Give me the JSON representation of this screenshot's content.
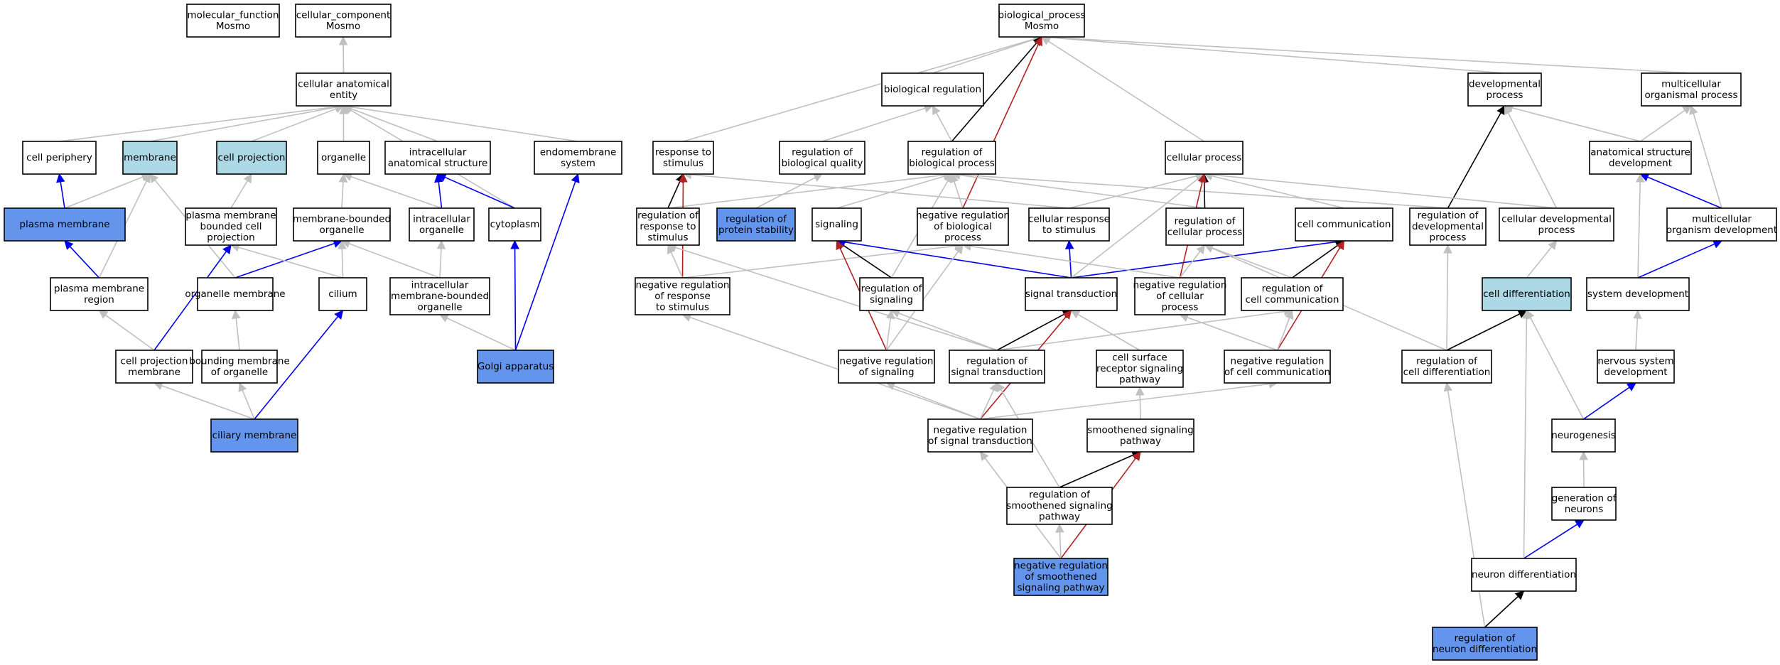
{
  "colors": {
    "default_fill": "#ffffff",
    "highlight_fill": "#6495ed",
    "partial_fill": "#add8e6",
    "edge_is_a": "#c0c0c0",
    "edge_part_of": "#0000ee",
    "edge_regulates": "#000000",
    "edge_negatively_regulates": "#b22222"
  },
  "nodes": [
    {
      "id": "mf",
      "lines": [
        "molecular_function",
        "Mosmo"
      ],
      "fill": "white"
    },
    {
      "id": "cc",
      "lines": [
        "cellular_component",
        "Mosmo"
      ],
      "fill": "white"
    },
    {
      "id": "cae",
      "lines": [
        "cellular anatomical",
        "entity"
      ],
      "fill": "white"
    },
    {
      "id": "cperi",
      "lines": [
        "cell periphery"
      ],
      "fill": "white"
    },
    {
      "id": "membrane",
      "lines": [
        "membrane"
      ],
      "fill": "light"
    },
    {
      "id": "cproj",
      "lines": [
        "cell projection"
      ],
      "fill": "light"
    },
    {
      "id": "organelle",
      "lines": [
        "organelle"
      ],
      "fill": "white"
    },
    {
      "id": "ias",
      "lines": [
        "intracellular",
        "anatomical structure"
      ],
      "fill": "white"
    },
    {
      "id": "endomem",
      "lines": [
        "endomembrane",
        "system"
      ],
      "fill": "white"
    },
    {
      "id": "pm",
      "lines": [
        "plasma membrane"
      ],
      "fill": "dark"
    },
    {
      "id": "pmbcp",
      "lines": [
        "plasma membrane",
        "bounded cell",
        "projection"
      ],
      "fill": "white"
    },
    {
      "id": "mbo",
      "lines": [
        "membrane-bounded",
        "organelle"
      ],
      "fill": "white"
    },
    {
      "id": "io",
      "lines": [
        "intracellular",
        "organelle"
      ],
      "fill": "white"
    },
    {
      "id": "cyto",
      "lines": [
        "cytoplasm"
      ],
      "fill": "white"
    },
    {
      "id": "pmr",
      "lines": [
        "plasma membrane",
        "region"
      ],
      "fill": "white"
    },
    {
      "id": "om",
      "lines": [
        "organelle membrane"
      ],
      "fill": "white"
    },
    {
      "id": "cilium",
      "lines": [
        "cilium"
      ],
      "fill": "white"
    },
    {
      "id": "imbo",
      "lines": [
        "intracellular",
        "membrane-bounded",
        "organelle"
      ],
      "fill": "white"
    },
    {
      "id": "cpm",
      "lines": [
        "cell projection",
        "membrane"
      ],
      "fill": "white"
    },
    {
      "id": "bmo",
      "lines": [
        "bounding membrane",
        "of organelle"
      ],
      "fill": "white"
    },
    {
      "id": "golgi",
      "lines": [
        "Golgi apparatus"
      ],
      "fill": "dark"
    },
    {
      "id": "cilm",
      "lines": [
        "ciliary membrane"
      ],
      "fill": "dark"
    },
    {
      "id": "bp",
      "lines": [
        "biological_process",
        "Mosmo"
      ],
      "fill": "white"
    },
    {
      "id": "breg",
      "lines": [
        "biological regulation"
      ],
      "fill": "white"
    },
    {
      "id": "devp",
      "lines": [
        "developmental",
        "process"
      ],
      "fill": "white"
    },
    {
      "id": "mop",
      "lines": [
        "multicellular",
        "organismal process"
      ],
      "fill": "white"
    },
    {
      "id": "rts",
      "lines": [
        "response to",
        "stimulus"
      ],
      "fill": "white"
    },
    {
      "id": "rbq",
      "lines": [
        "regulation of",
        "biological quality"
      ],
      "fill": "white"
    },
    {
      "id": "rbp",
      "lines": [
        "regulation of",
        "biological process"
      ],
      "fill": "white"
    },
    {
      "id": "cellp",
      "lines": [
        "cellular process"
      ],
      "fill": "white"
    },
    {
      "id": "asd",
      "lines": [
        "anatomical structure",
        "development"
      ],
      "fill": "white"
    },
    {
      "id": "rrts",
      "lines": [
        "regulation of",
        "response to",
        "stimulus"
      ],
      "fill": "white"
    },
    {
      "id": "rps",
      "lines": [
        "regulation of",
        "protein stability"
      ],
      "fill": "dark"
    },
    {
      "id": "signaling",
      "lines": [
        "signaling"
      ],
      "fill": "white"
    },
    {
      "id": "nrbp",
      "lines": [
        "negative regulation",
        "of biological",
        "process"
      ],
      "fill": "white"
    },
    {
      "id": "crts",
      "lines": [
        "cellular response",
        "to stimulus"
      ],
      "fill": "white"
    },
    {
      "id": "rcp",
      "lines": [
        "regulation of",
        "cellular process"
      ],
      "fill": "white"
    },
    {
      "id": "cc2",
      "lines": [
        "cell communication"
      ],
      "fill": "white"
    },
    {
      "id": "rdp",
      "lines": [
        "regulation of",
        "developmental",
        "process"
      ],
      "fill": "white"
    },
    {
      "id": "cdp",
      "lines": [
        "cellular developmental",
        "process"
      ],
      "fill": "white"
    },
    {
      "id": "mod",
      "lines": [
        "multicellular",
        "organism development"
      ],
      "fill": "white"
    },
    {
      "id": "nrrs",
      "lines": [
        "negative regulation",
        "of response",
        "to stimulus"
      ],
      "fill": "white"
    },
    {
      "id": "rsig",
      "lines": [
        "regulation of",
        "signaling"
      ],
      "fill": "white"
    },
    {
      "id": "st",
      "lines": [
        "signal transduction"
      ],
      "fill": "white"
    },
    {
      "id": "nrcp",
      "lines": [
        "negative regulation",
        "of cellular",
        "process"
      ],
      "fill": "white"
    },
    {
      "id": "rcc",
      "lines": [
        "regulation of",
        "cell communication"
      ],
      "fill": "white"
    },
    {
      "id": "cdiff",
      "lines": [
        "cell differentiation"
      ],
      "fill": "light"
    },
    {
      "id": "sysdev",
      "lines": [
        "system development"
      ],
      "fill": "white"
    },
    {
      "id": "nrs",
      "lines": [
        "negative regulation",
        "of signaling"
      ],
      "fill": "white"
    },
    {
      "id": "rst",
      "lines": [
        "regulation of",
        "signal transduction"
      ],
      "fill": "white"
    },
    {
      "id": "csrsp",
      "lines": [
        "cell surface",
        "receptor signaling",
        "pathway"
      ],
      "fill": "white"
    },
    {
      "id": "nrcc",
      "lines": [
        "negative regulation",
        "of cell communication"
      ],
      "fill": "white"
    },
    {
      "id": "rcd",
      "lines": [
        "regulation of",
        "cell differentiation"
      ],
      "fill": "white"
    },
    {
      "id": "nsd",
      "lines": [
        "nervous system",
        "development"
      ],
      "fill": "white"
    },
    {
      "id": "nrst",
      "lines": [
        "negative regulation",
        "of signal transduction"
      ],
      "fill": "white"
    },
    {
      "id": "ssp",
      "lines": [
        "smoothened signaling",
        "pathway"
      ],
      "fill": "white"
    },
    {
      "id": "neurog",
      "lines": [
        "neurogenesis"
      ],
      "fill": "white"
    },
    {
      "id": "rssp",
      "lines": [
        "regulation of",
        "smoothened signaling",
        "pathway"
      ],
      "fill": "white"
    },
    {
      "id": "gon",
      "lines": [
        "generation of",
        "neurons"
      ],
      "fill": "white"
    },
    {
      "id": "nrssp",
      "lines": [
        "negative regulation",
        "of smoothened",
        "signaling pathway"
      ],
      "fill": "dark"
    },
    {
      "id": "ndiff",
      "lines": [
        "neuron differentiation"
      ],
      "fill": "white"
    },
    {
      "id": "rnd",
      "lines": [
        "regulation of",
        "neuron differentiation"
      ],
      "fill": "dark"
    }
  ],
  "edges": [
    {
      "from": "cae",
      "to": "cc",
      "type": "is_a"
    },
    {
      "from": "cperi",
      "to": "cae",
      "type": "is_a"
    },
    {
      "from": "membrane",
      "to": "cae",
      "type": "is_a"
    },
    {
      "from": "cproj",
      "to": "cae",
      "type": "is_a"
    },
    {
      "from": "organelle",
      "to": "cae",
      "type": "is_a"
    },
    {
      "from": "ias",
      "to": "cae",
      "type": "is_a"
    },
    {
      "from": "endomem",
      "to": "cae",
      "type": "is_a"
    },
    {
      "from": "cyto",
      "to": "cae",
      "type": "is_a"
    },
    {
      "from": "pm",
      "to": "cperi",
      "type": "part_of"
    },
    {
      "from": "pm",
      "to": "membrane",
      "type": "is_a"
    },
    {
      "from": "pmbcp",
      "to": "cproj",
      "type": "is_a"
    },
    {
      "from": "mbo",
      "to": "organelle",
      "type": "is_a"
    },
    {
      "from": "io",
      "to": "organelle",
      "type": "is_a"
    },
    {
      "from": "io",
      "to": "ias",
      "type": "part_of"
    },
    {
      "from": "cyto",
      "to": "ias",
      "type": "part_of"
    },
    {
      "from": "pmr",
      "to": "pm",
      "type": "part_of"
    },
    {
      "from": "pmr",
      "to": "membrane",
      "type": "is_a"
    },
    {
      "from": "om",
      "to": "membrane",
      "type": "is_a"
    },
    {
      "from": "om",
      "to": "mbo",
      "type": "part_of"
    },
    {
      "from": "cilium",
      "to": "mbo",
      "type": "is_a"
    },
    {
      "from": "cilium",
      "to": "pmbcp",
      "type": "is_a"
    },
    {
      "from": "imbo",
      "to": "mbo",
      "type": "is_a"
    },
    {
      "from": "imbo",
      "to": "io",
      "type": "is_a"
    },
    {
      "from": "cpm",
      "to": "pmbcp",
      "type": "part_of"
    },
    {
      "from": "cpm",
      "to": "pmr",
      "type": "is_a"
    },
    {
      "from": "bmo",
      "to": "om",
      "type": "is_a"
    },
    {
      "from": "golgi",
      "to": "imbo",
      "type": "is_a"
    },
    {
      "from": "golgi",
      "to": "cyto",
      "type": "part_of"
    },
    {
      "from": "golgi",
      "to": "endomem",
      "type": "part_of"
    },
    {
      "from": "cilm",
      "to": "cilium",
      "type": "part_of"
    },
    {
      "from": "cilm",
      "to": "bmo",
      "type": "is_a"
    },
    {
      "from": "cilm",
      "to": "cpm",
      "type": "is_a"
    },
    {
      "from": "breg",
      "to": "bp",
      "type": "is_a"
    },
    {
      "from": "devp",
      "to": "bp",
      "type": "is_a"
    },
    {
      "from": "mop",
      "to": "bp",
      "type": "is_a"
    },
    {
      "from": "rts",
      "to": "bp",
      "type": "is_a"
    },
    {
      "from": "cellp",
      "to": "bp",
      "type": "is_a"
    },
    {
      "from": "rbp",
      "to": "bp",
      "type": "regulates"
    },
    {
      "from": "rbp",
      "to": "breg",
      "type": "is_a"
    },
    {
      "from": "rbq",
      "to": "breg",
      "type": "is_a"
    },
    {
      "from": "nrbp",
      "to": "bp",
      "type": "negatively_regulates"
    },
    {
      "from": "nrbp",
      "to": "rbp",
      "type": "is_a"
    },
    {
      "from": "asd",
      "to": "devp",
      "type": "is_a"
    },
    {
      "from": "asd",
      "to": "mop",
      "type": "is_a"
    },
    {
      "from": "mod",
      "to": "mop",
      "type": "is_a"
    },
    {
      "from": "mod",
      "to": "asd",
      "type": "part_of"
    },
    {
      "from": "rdp",
      "to": "devp",
      "type": "regulates"
    },
    {
      "from": "rdp",
      "to": "rbp",
      "type": "is_a"
    },
    {
      "from": "cdp",
      "to": "devp",
      "type": "is_a"
    },
    {
      "from": "cdp",
      "to": "cellp",
      "type": "is_a"
    },
    {
      "from": "rrts",
      "to": "rts",
      "type": "regulates"
    },
    {
      "from": "rrts",
      "to": "rbp",
      "type": "is_a"
    },
    {
      "from": "rps",
      "to": "rbq",
      "type": "is_a"
    },
    {
      "from": "signaling",
      "to": "rbp",
      "type": "is_a"
    },
    {
      "from": "crts",
      "to": "cellp",
      "type": "is_a"
    },
    {
      "from": "crts",
      "to": "rts",
      "type": "is_a"
    },
    {
      "from": "rcp",
      "to": "cellp",
      "type": "regulates"
    },
    {
      "from": "rcp",
      "to": "rbp",
      "type": "is_a"
    },
    {
      "from": "cc2",
      "to": "cellp",
      "type": "is_a"
    },
    {
      "from": "nrrs",
      "to": "rts",
      "type": "negatively_regulates"
    },
    {
      "from": "nrrs",
      "to": "rrts",
      "type": "is_a"
    },
    {
      "from": "nrrs",
      "to": "nrbp",
      "type": "is_a"
    },
    {
      "from": "rsig",
      "to": "signaling",
      "type": "regulates"
    },
    {
      "from": "rsig",
      "to": "rbp",
      "type": "is_a"
    },
    {
      "from": "st",
      "to": "signaling",
      "type": "part_of"
    },
    {
      "from": "st",
      "to": "crts",
      "type": "part_of"
    },
    {
      "from": "st",
      "to": "cc2",
      "type": "part_of"
    },
    {
      "from": "st",
      "to": "cellp",
      "type": "is_a"
    },
    {
      "from": "nrcp",
      "to": "cellp",
      "type": "negatively_regulates"
    },
    {
      "from": "nrcp",
      "to": "rcp",
      "type": "is_a"
    },
    {
      "from": "nrcp",
      "to": "nrbp",
      "type": "is_a"
    },
    {
      "from": "rcc",
      "to": "cc2",
      "type": "regulates"
    },
    {
      "from": "rcc",
      "to": "rcp",
      "type": "is_a"
    },
    {
      "from": "rcd",
      "to": "cdiff",
      "type": "regulates"
    },
    {
      "from": "rcd",
      "to": "rdp",
      "type": "is_a"
    },
    {
      "from": "rcd",
      "to": "rcp",
      "type": "is_a"
    },
    {
      "from": "cdiff",
      "to": "cdp",
      "type": "is_a"
    },
    {
      "from": "sysdev",
      "to": "asd",
      "type": "is_a"
    },
    {
      "from": "sysdev",
      "to": "mod",
      "type": "part_of"
    },
    {
      "from": "nrs",
      "to": "signaling",
      "type": "negatively_regulates"
    },
    {
      "from": "nrs",
      "to": "rsig",
      "type": "is_a"
    },
    {
      "from": "nrs",
      "to": "nrbp",
      "type": "is_a"
    },
    {
      "from": "rst",
      "to": "st",
      "type": "regulates"
    },
    {
      "from": "rst",
      "to": "rsig",
      "type": "is_a"
    },
    {
      "from": "rst",
      "to": "rrts",
      "type": "is_a"
    },
    {
      "from": "rst",
      "to": "rcc",
      "type": "is_a"
    },
    {
      "from": "csrsp",
      "to": "st",
      "type": "is_a"
    },
    {
      "from": "nrcc",
      "to": "cc2",
      "type": "negatively_regulates"
    },
    {
      "from": "nrcc",
      "to": "rcc",
      "type": "is_a"
    },
    {
      "from": "nrcc",
      "to": "nrcp",
      "type": "is_a"
    },
    {
      "from": "nsd",
      "to": "sysdev",
      "type": "is_a"
    },
    {
      "from": "nrst",
      "to": "st",
      "type": "negatively_regulates"
    },
    {
      "from": "nrst",
      "to": "rst",
      "type": "is_a"
    },
    {
      "from": "nrst",
      "to": "nrs",
      "type": "is_a"
    },
    {
      "from": "nrst",
      "to": "nrrs",
      "type": "is_a"
    },
    {
      "from": "nrst",
      "to": "nrcc",
      "type": "is_a"
    },
    {
      "from": "ssp",
      "to": "csrsp",
      "type": "is_a"
    },
    {
      "from": "neurog",
      "to": "nsd",
      "type": "part_of"
    },
    {
      "from": "neurog",
      "to": "cdiff",
      "type": "is_a"
    },
    {
      "from": "rssp",
      "to": "ssp",
      "type": "regulates"
    },
    {
      "from": "rssp",
      "to": "rst",
      "type": "is_a"
    },
    {
      "from": "gon",
      "to": "neurog",
      "type": "is_a"
    },
    {
      "from": "nrssp",
      "to": "ssp",
      "type": "negatively_regulates"
    },
    {
      "from": "nrssp",
      "to": "rssp",
      "type": "is_a"
    },
    {
      "from": "nrssp",
      "to": "nrst",
      "type": "is_a"
    },
    {
      "from": "ndiff",
      "to": "gon",
      "type": "part_of"
    },
    {
      "from": "ndiff",
      "to": "cdiff",
      "type": "is_a"
    },
    {
      "from": "rnd",
      "to": "ndiff",
      "type": "regulates"
    },
    {
      "from": "rnd",
      "to": "rcd",
      "type": "is_a"
    }
  ]
}
